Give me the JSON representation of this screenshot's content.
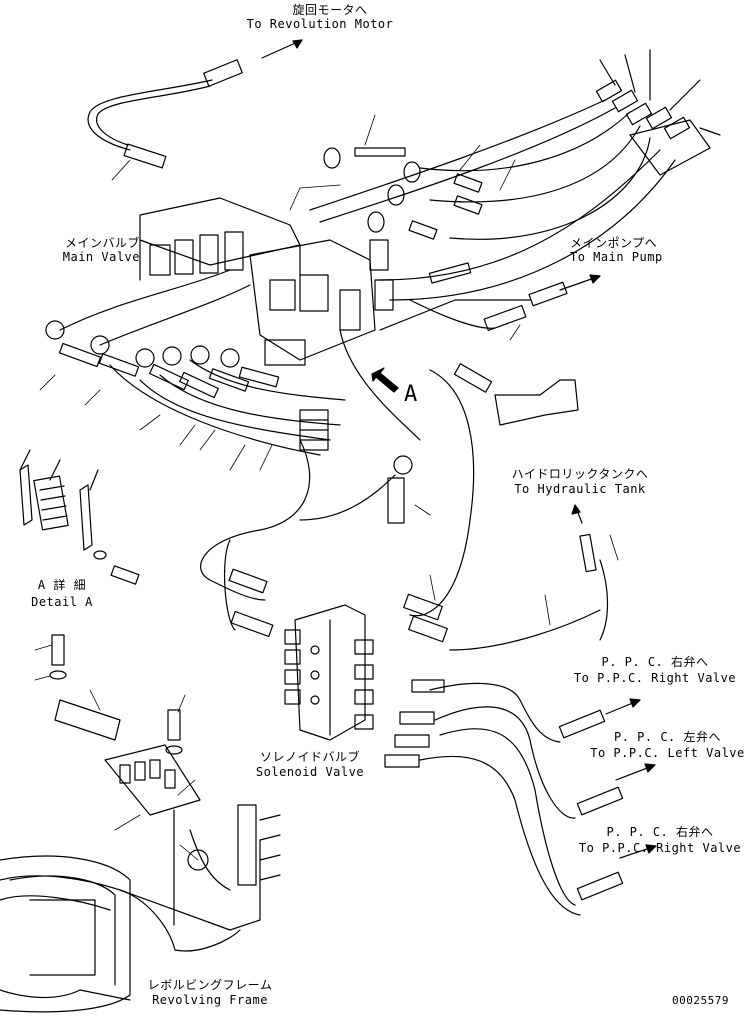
{
  "labels": {
    "revolution_motor_jp": "旋回モータへ",
    "revolution_motor_en": "To Revolution Motor",
    "main_valve_jp": "メインバルブ",
    "main_valve_en": "Main Valve",
    "main_pump_jp": "メインポンプへ",
    "main_pump_en": "To Main Pump",
    "view_a": "A",
    "hydraulic_tank_jp": "ハイドロリックタンクへ",
    "hydraulic_tank_en": "To Hydraulic Tank",
    "detail_a_jp": "A 詳 細",
    "detail_a_en": "Detail A",
    "ppc_right_1_jp": "P. P. C. 右弁へ",
    "ppc_right_1_en": "To P.P.C. Right Valve",
    "ppc_left_jp": "P. P. C. 左弁へ",
    "ppc_left_en": "To P.P.C. Left Valve",
    "ppc_right_2_jp": "P. P. C. 右弁へ",
    "ppc_right_2_en": "To P.P.C. Right Valve",
    "solenoid_valve_jp": "ソレノイドバルブ",
    "solenoid_valve_en": "Solenoid Valve",
    "revolving_frame_jp": "レボルビングフレーム",
    "revolving_frame_en": "Revolving Frame",
    "drawing_number": "00025579"
  }
}
